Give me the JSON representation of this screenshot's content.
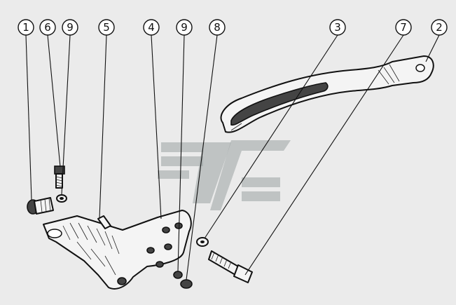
{
  "callouts": [
    {
      "id": "c1",
      "label": "1"
    },
    {
      "id": "c6",
      "label": "6"
    },
    {
      "id": "c9a",
      "label": "9"
    },
    {
      "id": "c5",
      "label": "5"
    },
    {
      "id": "c4",
      "label": "4"
    },
    {
      "id": "c9b",
      "label": "9"
    },
    {
      "id": "c8",
      "label": "8"
    },
    {
      "id": "c3",
      "label": "3"
    },
    {
      "id": "c7",
      "label": "7"
    },
    {
      "id": "c2",
      "label": "2"
    }
  ]
}
